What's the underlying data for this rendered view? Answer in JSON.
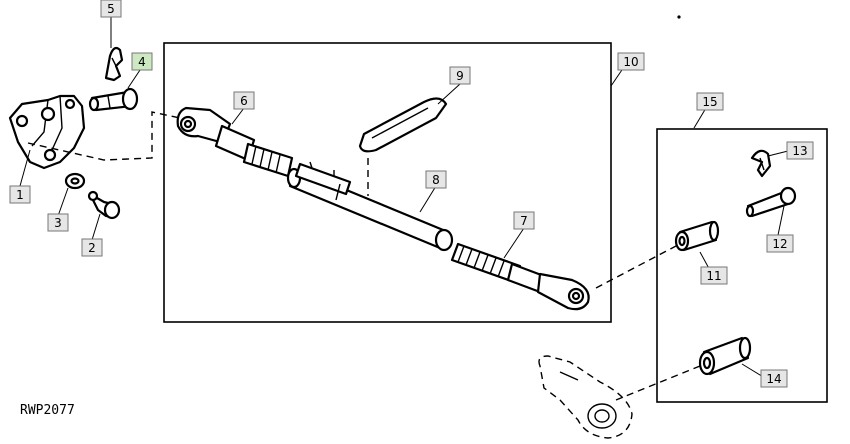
{
  "diagram": {
    "reference_code": "RWP2077",
    "callouts": [
      {
        "id": "c1",
        "label": "1",
        "highlighted": false
      },
      {
        "id": "c2",
        "label": "2",
        "highlighted": false
      },
      {
        "id": "c3",
        "label": "3",
        "highlighted": false
      },
      {
        "id": "c4",
        "label": "4",
        "highlighted": true
      },
      {
        "id": "c5",
        "label": "5",
        "highlighted": false
      },
      {
        "id": "c6",
        "label": "6",
        "highlighted": false
      },
      {
        "id": "c7",
        "label": "7",
        "highlighted": false
      },
      {
        "id": "c8",
        "label": "8",
        "highlighted": false
      },
      {
        "id": "c9",
        "label": "9",
        "highlighted": false
      },
      {
        "id": "c10",
        "label": "10",
        "highlighted": false
      },
      {
        "id": "c11",
        "label": "11",
        "highlighted": false
      },
      {
        "id": "c12",
        "label": "12",
        "highlighted": false
      },
      {
        "id": "c13",
        "label": "13",
        "highlighted": false
      },
      {
        "id": "c14",
        "label": "14",
        "highlighted": false
      },
      {
        "id": "c15",
        "label": "15",
        "highlighted": false
      }
    ],
    "colors": {
      "callout_fill": "#e6e6e6",
      "callout_highlight_fill": "#cfe8c4",
      "callout_border": "#777777",
      "line": "#000000"
    }
  }
}
